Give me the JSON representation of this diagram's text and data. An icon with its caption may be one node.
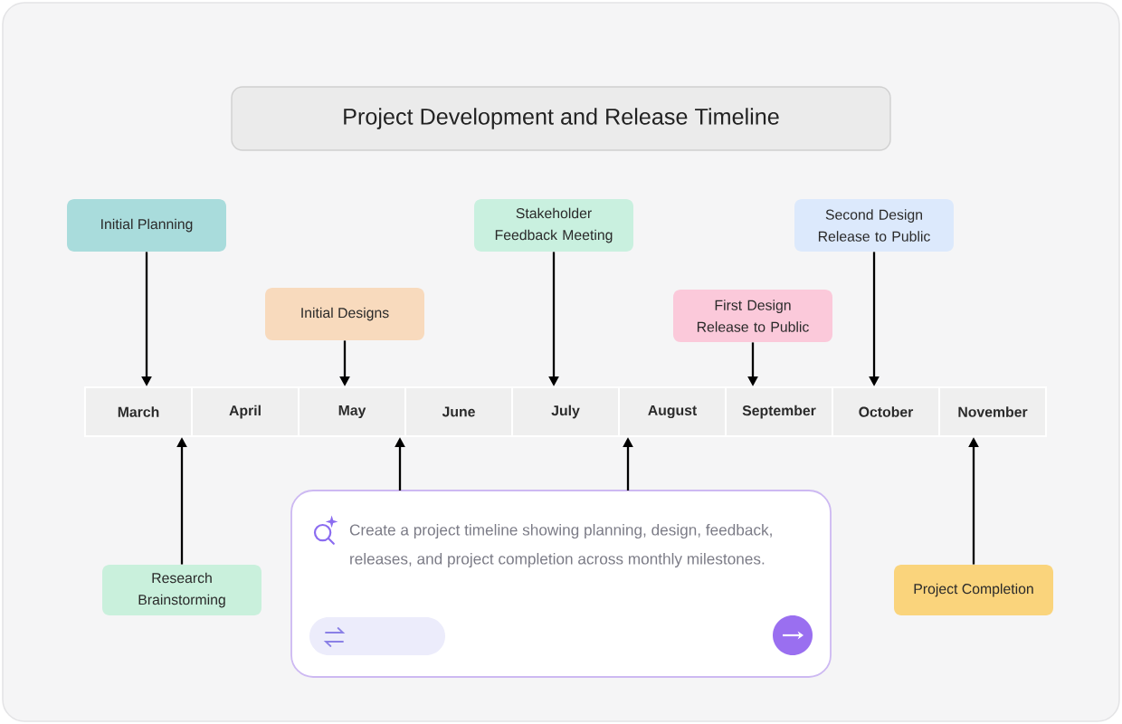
{
  "diagram": {
    "title": "Project Development and Release Timeline",
    "nodes": [
      {
        "text": [
          "Initial Planning"
        ]
      },
      {
        "text": [
          "Stakeholder Feedback Meeting"
        ]
      },
      {
        "text": [
          "Second Design Release to Public"
        ]
      },
      {
        "text": [
          "Initial Designs"
        ]
      },
      {
        "text": [
          "First Design Release to Public"
        ]
      },
      {
        "text": [
          "March"
        ]
      },
      {
        "text": [
          "April"
        ]
      },
      {
        "text": [
          "May"
        ]
      },
      {
        "text": [
          "June"
        ]
      },
      {
        "text": [
          "July"
        ]
      },
      {
        "text": [
          "August"
        ]
      },
      {
        "text": [
          "September"
        ]
      },
      {
        "text": [
          "October"
        ]
      },
      {
        "text": [
          "November"
        ]
      },
      {
        "text": [
          "Research Brainstorming"
        ]
      },
      {
        "text": [
          "Create a project timeline showing planning, design, feedback, releases, and project completion across monthly milestones."
        ]
      },
      {
        "text": [
          "Project Completion"
        ]
      }
    ],
    "edges": [
      {
        "from": 0,
        "to": 5,
        "arrow": "to"
      },
      {
        "from": 1,
        "to": 9,
        "arrow": "to"
      },
      {
        "from": 2,
        "to": 12,
        "arrow": "to"
      },
      {
        "from": 3,
        "to": 7,
        "arrow": "to"
      },
      {
        "from": 4,
        "to": 11,
        "arrow": "to"
      },
      {
        "from": 14,
        "to": 5,
        "arrow": "to"
      },
      {
        "from": 15,
        "to": 7,
        "arrow": "to"
      },
      {
        "from": 15,
        "to": 10,
        "arrow": "to"
      },
      {
        "from": 16,
        "to": 13,
        "arrow": "to"
      }
    ]
  }
}
